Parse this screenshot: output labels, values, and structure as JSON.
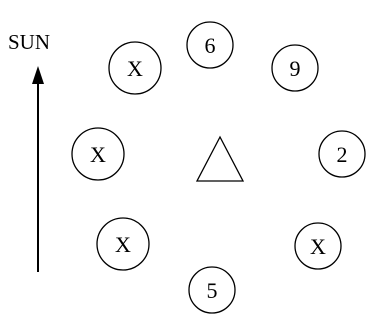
{
  "sun_label": "SUN",
  "center_shape": "triangle",
  "circles": [
    {
      "id": "top",
      "label": "6"
    },
    {
      "id": "top-right",
      "label": "9"
    },
    {
      "id": "right",
      "label": "2"
    },
    {
      "id": "bottom-right",
      "label": "X"
    },
    {
      "id": "bottom",
      "label": "5"
    },
    {
      "id": "bottom-left",
      "label": "X"
    },
    {
      "id": "left",
      "label": "X"
    },
    {
      "id": "top-left",
      "label": "X"
    }
  ]
}
